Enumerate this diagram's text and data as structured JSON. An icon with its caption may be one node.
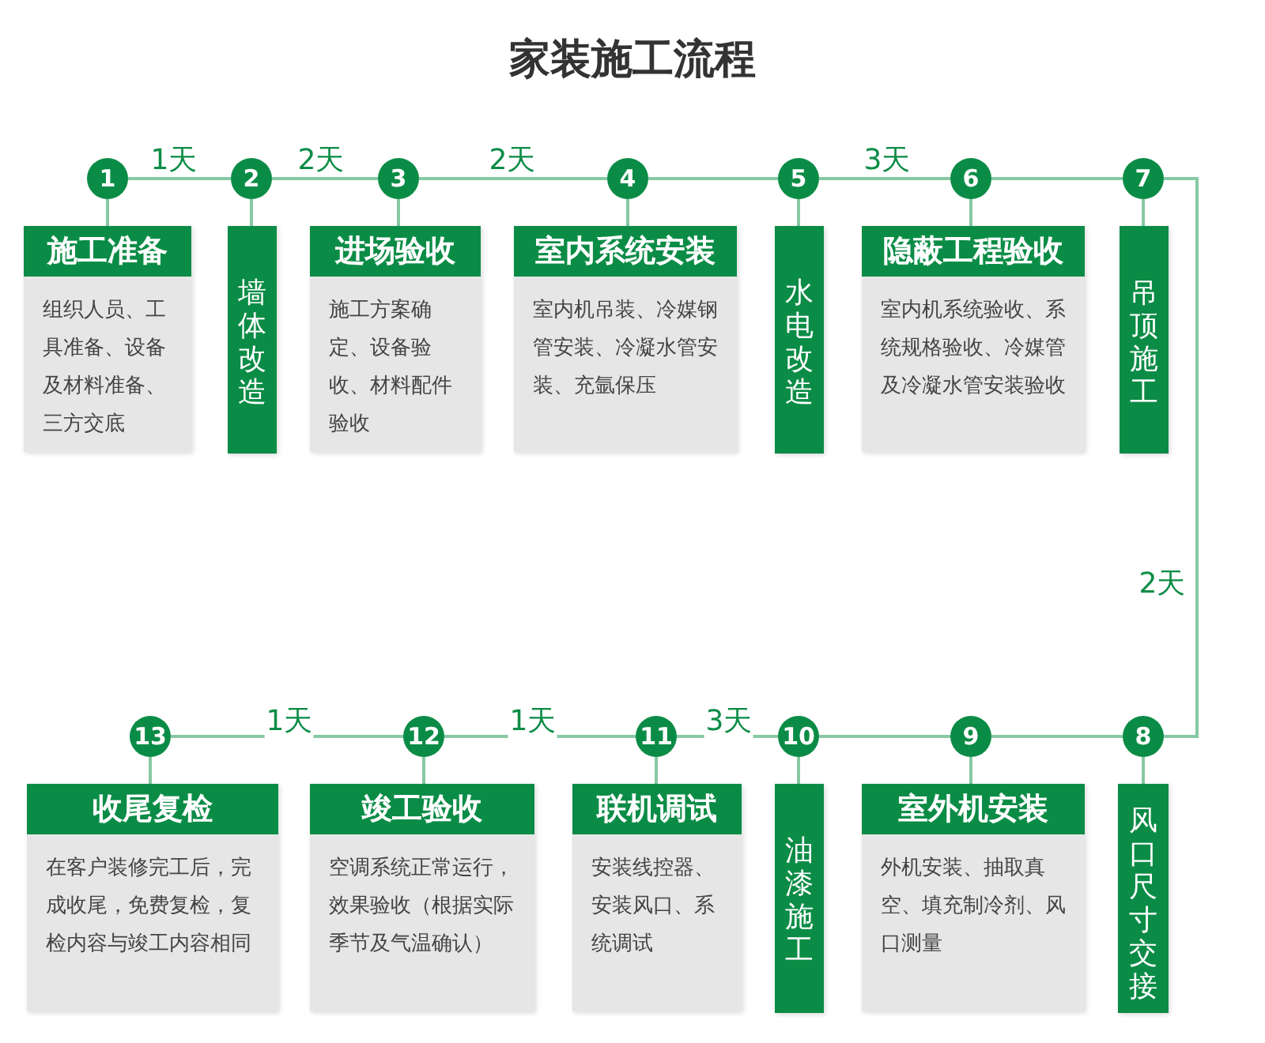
{
  "diagram": {
    "title": "家装施工流程",
    "nodes": [
      {
        "text": [
          "1"
        ]
      },
      {
        "text": [
          "2"
        ]
      },
      {
        "text": [
          "3"
        ]
      },
      {
        "text": [
          "4"
        ]
      },
      {
        "text": [
          "5"
        ]
      },
      {
        "text": [
          "6"
        ]
      },
      {
        "text": [
          "7"
        ]
      },
      {
        "text": [
          "8"
        ]
      },
      {
        "text": [
          "9"
        ]
      },
      {
        "text": [
          "10"
        ]
      },
      {
        "text": [
          "11"
        ]
      },
      {
        "text": [
          "12"
        ]
      },
      {
        "text": [
          "13"
        ]
      },
      {
        "text": [
          "施工准备",
          "组织人员、工具准备、设备及材料准备、三方交底"
        ]
      },
      {
        "text": [
          "墙体改造"
        ]
      },
      {
        "text": [
          "进场验收",
          "施工方案确定、设备验收、材料配件验收"
        ]
      },
      {
        "text": [
          "室内系统安装",
          "室内机吊装、冷媒钢管安装、冷凝水管安装、充氩保压"
        ]
      },
      {
        "text": [
          "水电改造"
        ]
      },
      {
        "text": [
          "隐蔽工程验收",
          "室内机系统验收、系统规格验收、冷媒管及冷凝水管安装验收"
        ]
      },
      {
        "text": [
          "吊顶施工"
        ]
      },
      {
        "text": [
          "风口尺寸交接"
        ]
      },
      {
        "text": [
          "室外机安装",
          "外机安装、抽取真空、填充制冷剂、风口测量"
        ]
      },
      {
        "text": [
          "油漆施工"
        ]
      },
      {
        "text": [
          "联机调试",
          "安装线控器、安装风口、系统调试"
        ]
      },
      {
        "text": [
          "竣工验收",
          "空调系统正常运行，效果验收（根据实际季节及气温确认）"
        ]
      },
      {
        "text": [
          "收尾复检",
          "在客户装修完工后，完成收尾，免费复检，复检内容与竣工内容相同"
        ]
      }
    ],
    "edges": [
      {
        "from": 0,
        "to": 1,
        "arrow": "none",
        "label": "1天"
      },
      {
        "from": 1,
        "to": 2,
        "arrow": "none",
        "label": "2天"
      },
      {
        "from": 2,
        "to": 3,
        "arrow": "none",
        "label": "2天"
      },
      {
        "from": 3,
        "to": 4,
        "arrow": "none"
      },
      {
        "from": 4,
        "to": 5,
        "arrow": "none",
        "label": "3天"
      },
      {
        "from": 5,
        "to": 6,
        "arrow": "none"
      },
      {
        "from": 6,
        "to": 7,
        "arrow": "none",
        "label": "2天"
      },
      {
        "from": 7,
        "to": 8,
        "arrow": "none"
      },
      {
        "from": 8,
        "to": 9,
        "arrow": "none"
      },
      {
        "from": 9,
        "to": 10,
        "arrow": "none",
        "label": "3天"
      },
      {
        "from": 10,
        "to": 11,
        "arrow": "none",
        "label": "1天"
      },
      {
        "from": 11,
        "to": 12,
        "arrow": "none",
        "label": "1天"
      },
      {
        "from": 0,
        "to": 13,
        "arrow": "none"
      },
      {
        "from": 1,
        "to": 14,
        "arrow": "none"
      },
      {
        "from": 2,
        "to": 15,
        "arrow": "none"
      },
      {
        "from": 3,
        "to": 16,
        "arrow": "none"
      },
      {
        "from": 4,
        "to": 17,
        "arrow": "none"
      },
      {
        "from": 5,
        "to": 18,
        "arrow": "none"
      },
      {
        "from": 6,
        "to": 19,
        "arrow": "none"
      },
      {
        "from": 7,
        "to": 20,
        "arrow": "none"
      },
      {
        "from": 8,
        "to": 21,
        "arrow": "none"
      },
      {
        "from": 9,
        "to": 22,
        "arrow": "none"
      },
      {
        "from": 10,
        "to": 23,
        "arrow": "none"
      },
      {
        "from": 11,
        "to": 24,
        "arrow": "none"
      },
      {
        "from": 12,
        "to": 25,
        "arrow": "none"
      }
    ]
  }
}
